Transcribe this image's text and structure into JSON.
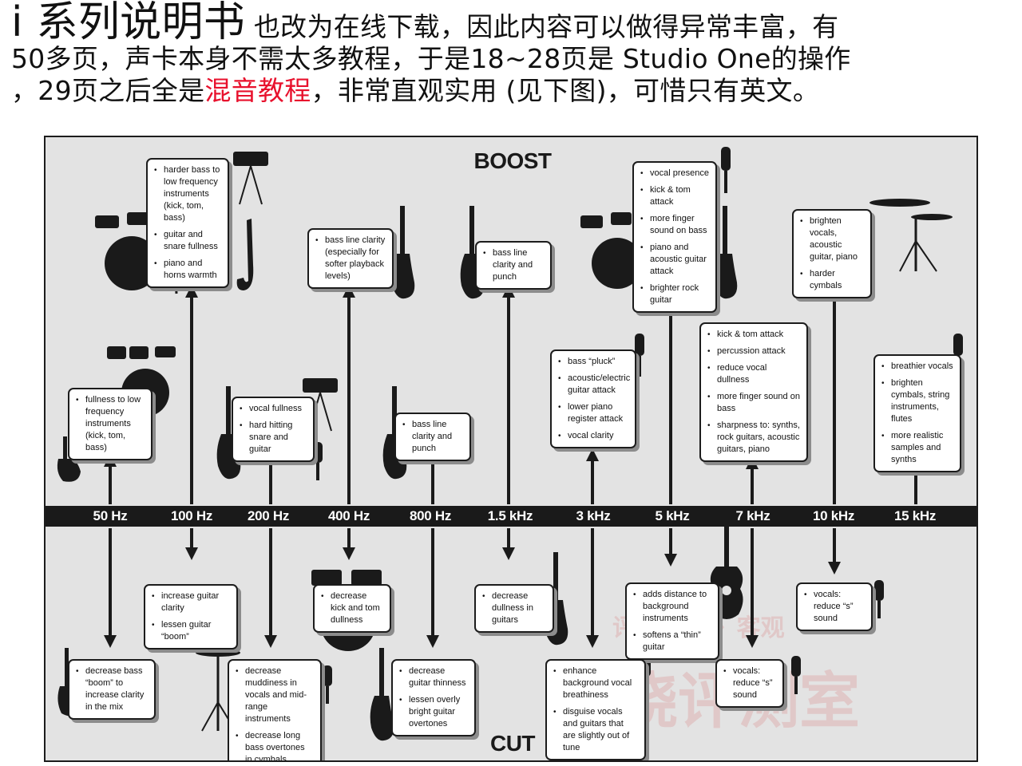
{
  "header": {
    "line1_prefix": "i 系列说明书",
    "line1_rest": " 也改为在线下载，因此内容可以做得异常丰富，有",
    "line2": "50多页，声卡本身不需太多教程，于是18~28页是 Studio One的操作",
    "line3_a": "，29页之后全是",
    "line3_red": "混音教程",
    "line3_b": "，非常直观实用 (见下图)，可惜只有英文。"
  },
  "chart": {
    "boost_label": "BOOST",
    "cut_label": "CUT",
    "frequencies": [
      "50 Hz",
      "100 Hz",
      "200 Hz",
      "400 Hz",
      "800 Hz",
      "1.5 kHz",
      "3 kHz",
      "5 kHz",
      "7 kHz",
      "10 kHz",
      "15 kHz"
    ],
    "boost_boxes": [
      {
        "items": [
          "harder bass to low frequency instruments (kick, tom, bass)",
          "guitar and snare fullness",
          "piano and horns warmth"
        ]
      },
      {
        "items": [
          "bass line clarity (especially for softer playback levels)"
        ]
      },
      {
        "items": [
          "bass line clarity and punch"
        ]
      },
      {
        "items": [
          "vocal presence",
          "kick & tom attack",
          "more finger sound on bass",
          "piano and acoustic guitar attack",
          "brighter rock guitar"
        ]
      },
      {
        "items": [
          "brighten vocals, acoustic guitar, piano",
          "harder cymbals"
        ]
      },
      {
        "items": [
          "fullness to low frequency instruments (kick, tom, bass)"
        ]
      },
      {
        "items": [
          "vocal fullness",
          "hard hitting snare and guitar"
        ]
      },
      {
        "items": [
          "bass line clarity and punch"
        ]
      },
      {
        "items": [
          "bass “pluck”",
          "acoustic/electric guitar attack",
          "lower piano register attack",
          "vocal clarity"
        ]
      },
      {
        "items": [
          "kick & tom attack",
          "percussion attack",
          "reduce vocal dullness",
          "more finger sound on bass",
          "sharpness to: synths, rock guitars, acoustic guitars, piano"
        ]
      },
      {
        "items": [
          "breathier vocals",
          "brighten cymbals, string instruments, flutes",
          "more realistic samples and synths"
        ]
      }
    ],
    "cut_boxes": [
      {
        "items": [
          "increase guitar clarity",
          "lessen guitar “boom”"
        ]
      },
      {
        "items": [
          "decrease kick and tom dullness"
        ]
      },
      {
        "items": [
          "decrease dullness in guitars"
        ]
      },
      {
        "items": [
          "adds distance to background instruments",
          "softens a “thin” guitar"
        ]
      },
      {
        "items": [
          "vocals: reduce “s” sound"
        ]
      },
      {
        "items": [
          "decrease bass “boom” to increase clarity in the mix"
        ]
      },
      {
        "items": [
          "decrease muddiness in vocals and mid-range instruments",
          "decrease long bass overtones in cymbals"
        ]
      },
      {
        "items": [
          "decrease guitar thinness",
          "lessen overly bright guitar overtones"
        ]
      },
      {
        "items": [
          "enhance background vocal breathiness",
          "disguise vocals and guitars that are slightly out of tune"
        ]
      },
      {
        "items": [
          "vocals: reduce “s” sound"
        ]
      }
    ],
    "watermark_large": "发烧评测室",
    "watermark_small": "评 ♦ 实 ♦ 客观"
  },
  "colors": {
    "header_highlight": "#e8112d",
    "chart_bg": "#e3e3e3",
    "freq_bar": "#1a1a1a",
    "box_shadow": "#8c8c8c"
  },
  "icons": [
    "drum-kit-icon",
    "electric-guitar-icon",
    "bass-guitar-icon",
    "saxophone-icon",
    "microphone-icon",
    "cymbal-icon",
    "keyboard-icon",
    "acoustic-guitar-icon",
    "snare-drum-icon"
  ]
}
